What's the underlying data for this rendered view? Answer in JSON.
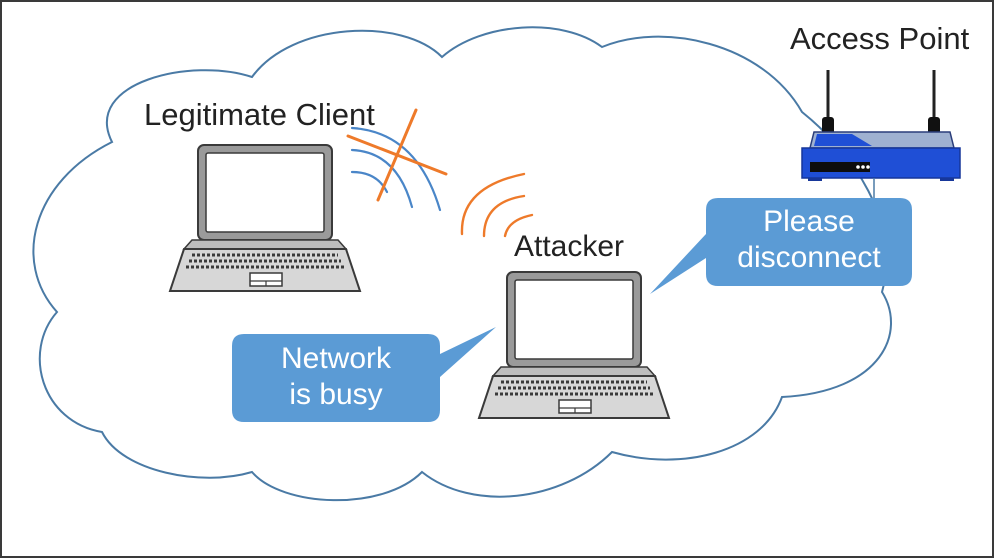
{
  "labels": {
    "access_point": "Access Point",
    "legitimate_client": "Legitimate Client",
    "attacker": "Attacker"
  },
  "bubbles": {
    "attacker_to_ap": {
      "lines": [
        "Please",
        "disconnect"
      ]
    },
    "attacker_to_client": {
      "lines": [
        "Network",
        "is busy"
      ]
    }
  },
  "colors": {
    "cloud_stroke": "#4a7aa5",
    "bubble_fill": "#5b9bd5",
    "signal_blocked": "#4a86c8",
    "signal_attack": "#ee7a2a",
    "cross": "#ee7a2a",
    "router_blue": "#1f4fd6",
    "laptop_body": "#9a9a9a"
  },
  "icons": {
    "client_device": "laptop-icon",
    "attacker_device": "laptop-icon",
    "access_point_device": "wireless-router-icon",
    "blocked": "cross-icon"
  }
}
